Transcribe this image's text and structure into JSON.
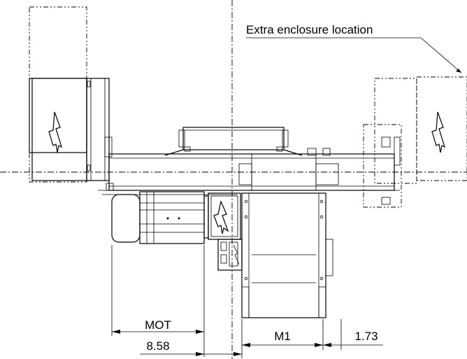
{
  "drawing": {
    "callout": "Extra enclosure location",
    "dimensions": {
      "mot_label": "MOT",
      "mot_value": "8.58",
      "m1_label": "M1",
      "offset_value": "1.73"
    },
    "symbols": {
      "electrical": "lightning-bolt-icon"
    }
  }
}
